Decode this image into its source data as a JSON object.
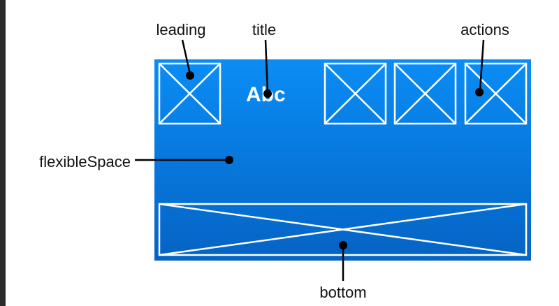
{
  "diagram": {
    "title_text": "Abc",
    "labels": {
      "leading": "leading",
      "title": "title",
      "actions": "actions",
      "flexible_space": "flexibleSpace",
      "bottom": "bottom"
    },
    "colors": {
      "appbar_top": "#0a8df5",
      "appbar_bottom": "#0563c4",
      "placeholder_stroke": "#ffffff",
      "callout": "#000000",
      "page_background": "#ffffff",
      "left_strip": "#2b2b2b"
    }
  }
}
